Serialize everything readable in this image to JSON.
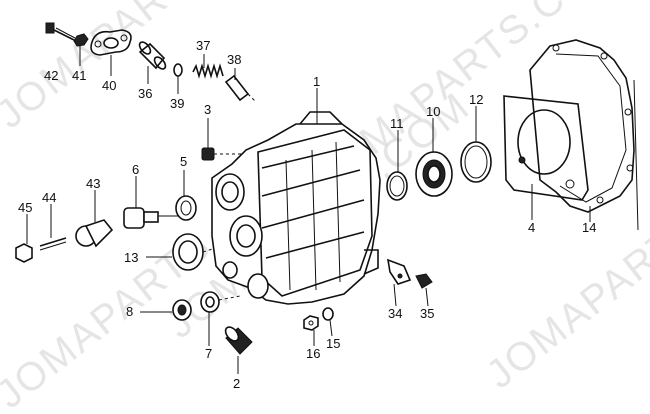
{
  "watermark": "JOMAPARTS.COM",
  "labels": {
    "p1": "1",
    "p2": "2",
    "p3": "3",
    "p4": "4",
    "p5": "5",
    "p6": "6",
    "p7": "7",
    "p8": "8",
    "p10": "10",
    "p11": "11",
    "p12": "12",
    "p13": "13",
    "p14": "14",
    "p15": "15",
    "p16": "16",
    "p34": "34",
    "p35": "35",
    "p36": "36",
    "p37": "37",
    "p38": "38",
    "p39": "39",
    "p40": "40",
    "p41": "41",
    "p42": "42",
    "p43": "43",
    "p44": "44",
    "p45": "45"
  }
}
